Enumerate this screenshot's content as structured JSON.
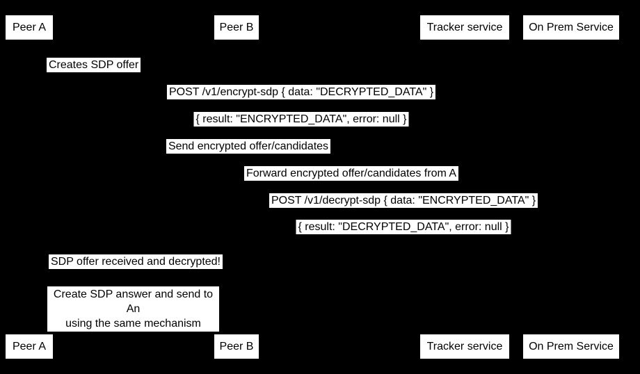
{
  "actors": {
    "peer_a": "Peer A",
    "peer_b": "Peer B",
    "tracker": "Tracker service",
    "on_prem": "On Prem Service"
  },
  "messages": [
    {
      "text": "Creates SDP offer"
    },
    {
      "text": "POST /v1/encrypt-sdp { data: \"DECRYPTED_DATA\" }"
    },
    {
      "text": "{ result: \"ENCRYPTED_DATA\", error: null }"
    },
    {
      "text": "Send encrypted offer/candidates"
    },
    {
      "text": "Forward encrypted offer/candidates from A"
    },
    {
      "text": "POST /v1/decrypt-sdp { data: \"ENCRYPTED_DATA\" }"
    },
    {
      "text": "{ result: \"DECRYPTED_DATA\", error: null }"
    },
    {
      "text": "SDP offer received and decrypted!"
    }
  ],
  "note": {
    "line1": "Create SDP answer and send to An",
    "line2": "using the same mechanism"
  }
}
